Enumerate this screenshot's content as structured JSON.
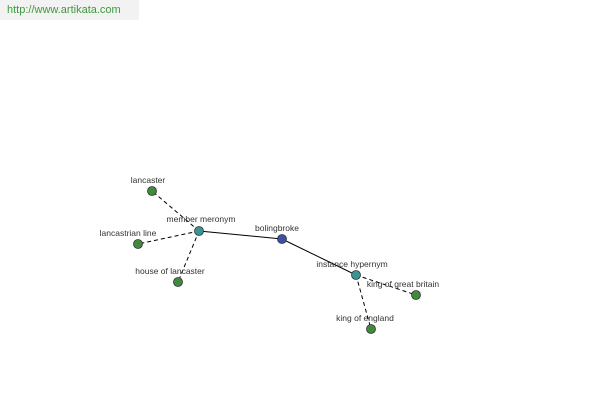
{
  "banner": {
    "url_text": "http://www.artikata.com"
  },
  "colors": {
    "root_node": "#3f4fa6",
    "relation_node": "#3c9393",
    "leaf_node": "#3f8a3f",
    "node_stroke": "#333333",
    "edge": "#000000",
    "label": "#333333",
    "banner_bg": "#f2f2f2",
    "banner_text": "#3d9a3d"
  },
  "graph": {
    "root": {
      "id": "bolingbroke",
      "label": "bolingbroke"
    },
    "relations": [
      {
        "id": "member-meronym",
        "label": "member meronym",
        "leaves": [
          {
            "id": "lancaster",
            "label": "lancaster"
          },
          {
            "id": "lancastrian-line",
            "label": "lancastrian line"
          },
          {
            "id": "house-of-lancaster",
            "label": "house of lancaster"
          }
        ]
      },
      {
        "id": "instance-hypernym",
        "label": "instance hypernym",
        "leaves": [
          {
            "id": "king-of-great-britain",
            "label": "king of great britain"
          },
          {
            "id": "king-of-england",
            "label": "king of england"
          }
        ]
      }
    ]
  }
}
